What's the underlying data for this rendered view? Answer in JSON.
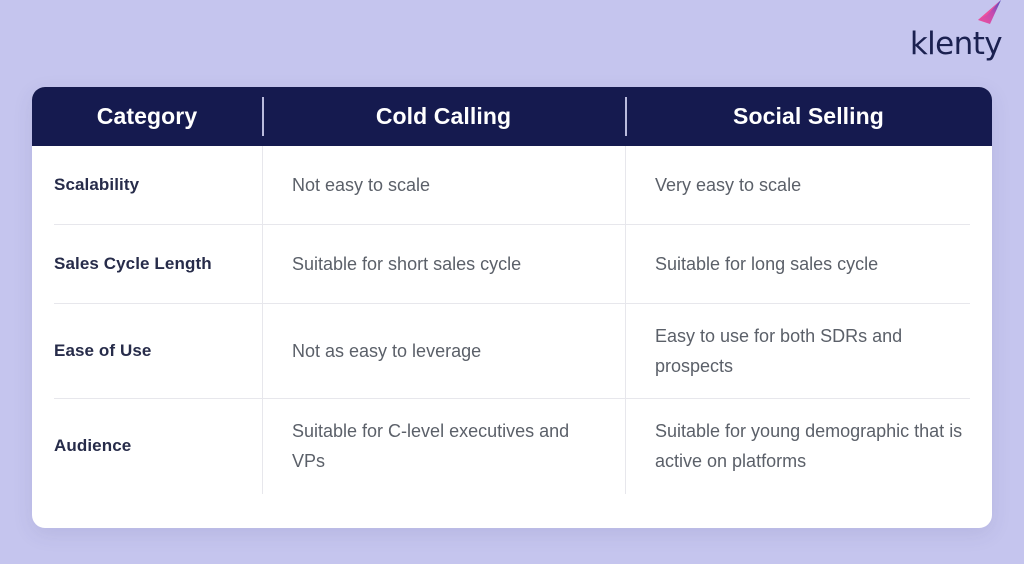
{
  "brand": {
    "name": "klenty",
    "mark_icon": "paper-plane-icon",
    "text_color": "#1b2150",
    "mark_gradient_start": "#f0509b",
    "mark_gradient_end": "#3f4fc4"
  },
  "page": {
    "background_color": "#c5c5ee",
    "card_background_color": "#ffffff",
    "header_background_color": "#151a4f",
    "header_text_color": "#ffffff",
    "label_text_color": "#272c4a",
    "value_text_color": "#5b6069",
    "divider_color": "#e7e7ec"
  },
  "table": {
    "headers": [
      {
        "label": "Category"
      },
      {
        "label": "Cold Calling"
      },
      {
        "label": "Social Selling"
      }
    ],
    "rows": [
      {
        "category": "Scalability",
        "cold_calling": "Not easy to scale",
        "social_selling": "Very easy to scale",
        "height": "short"
      },
      {
        "category": "Sales Cycle Length",
        "cold_calling": "Suitable for short sales cycle",
        "social_selling": "Suitable for long sales cycle",
        "height": "short"
      },
      {
        "category": "Ease of Use",
        "cold_calling": "Not as easy to leverage",
        "social_selling": "Easy to use for both SDRs and prospects",
        "height": "tall"
      },
      {
        "category": "Audience",
        "cold_calling": "Suitable for C-level executives and VPs",
        "social_selling": "Suitable for young demographic that is active on platforms",
        "height": "tall"
      }
    ]
  }
}
